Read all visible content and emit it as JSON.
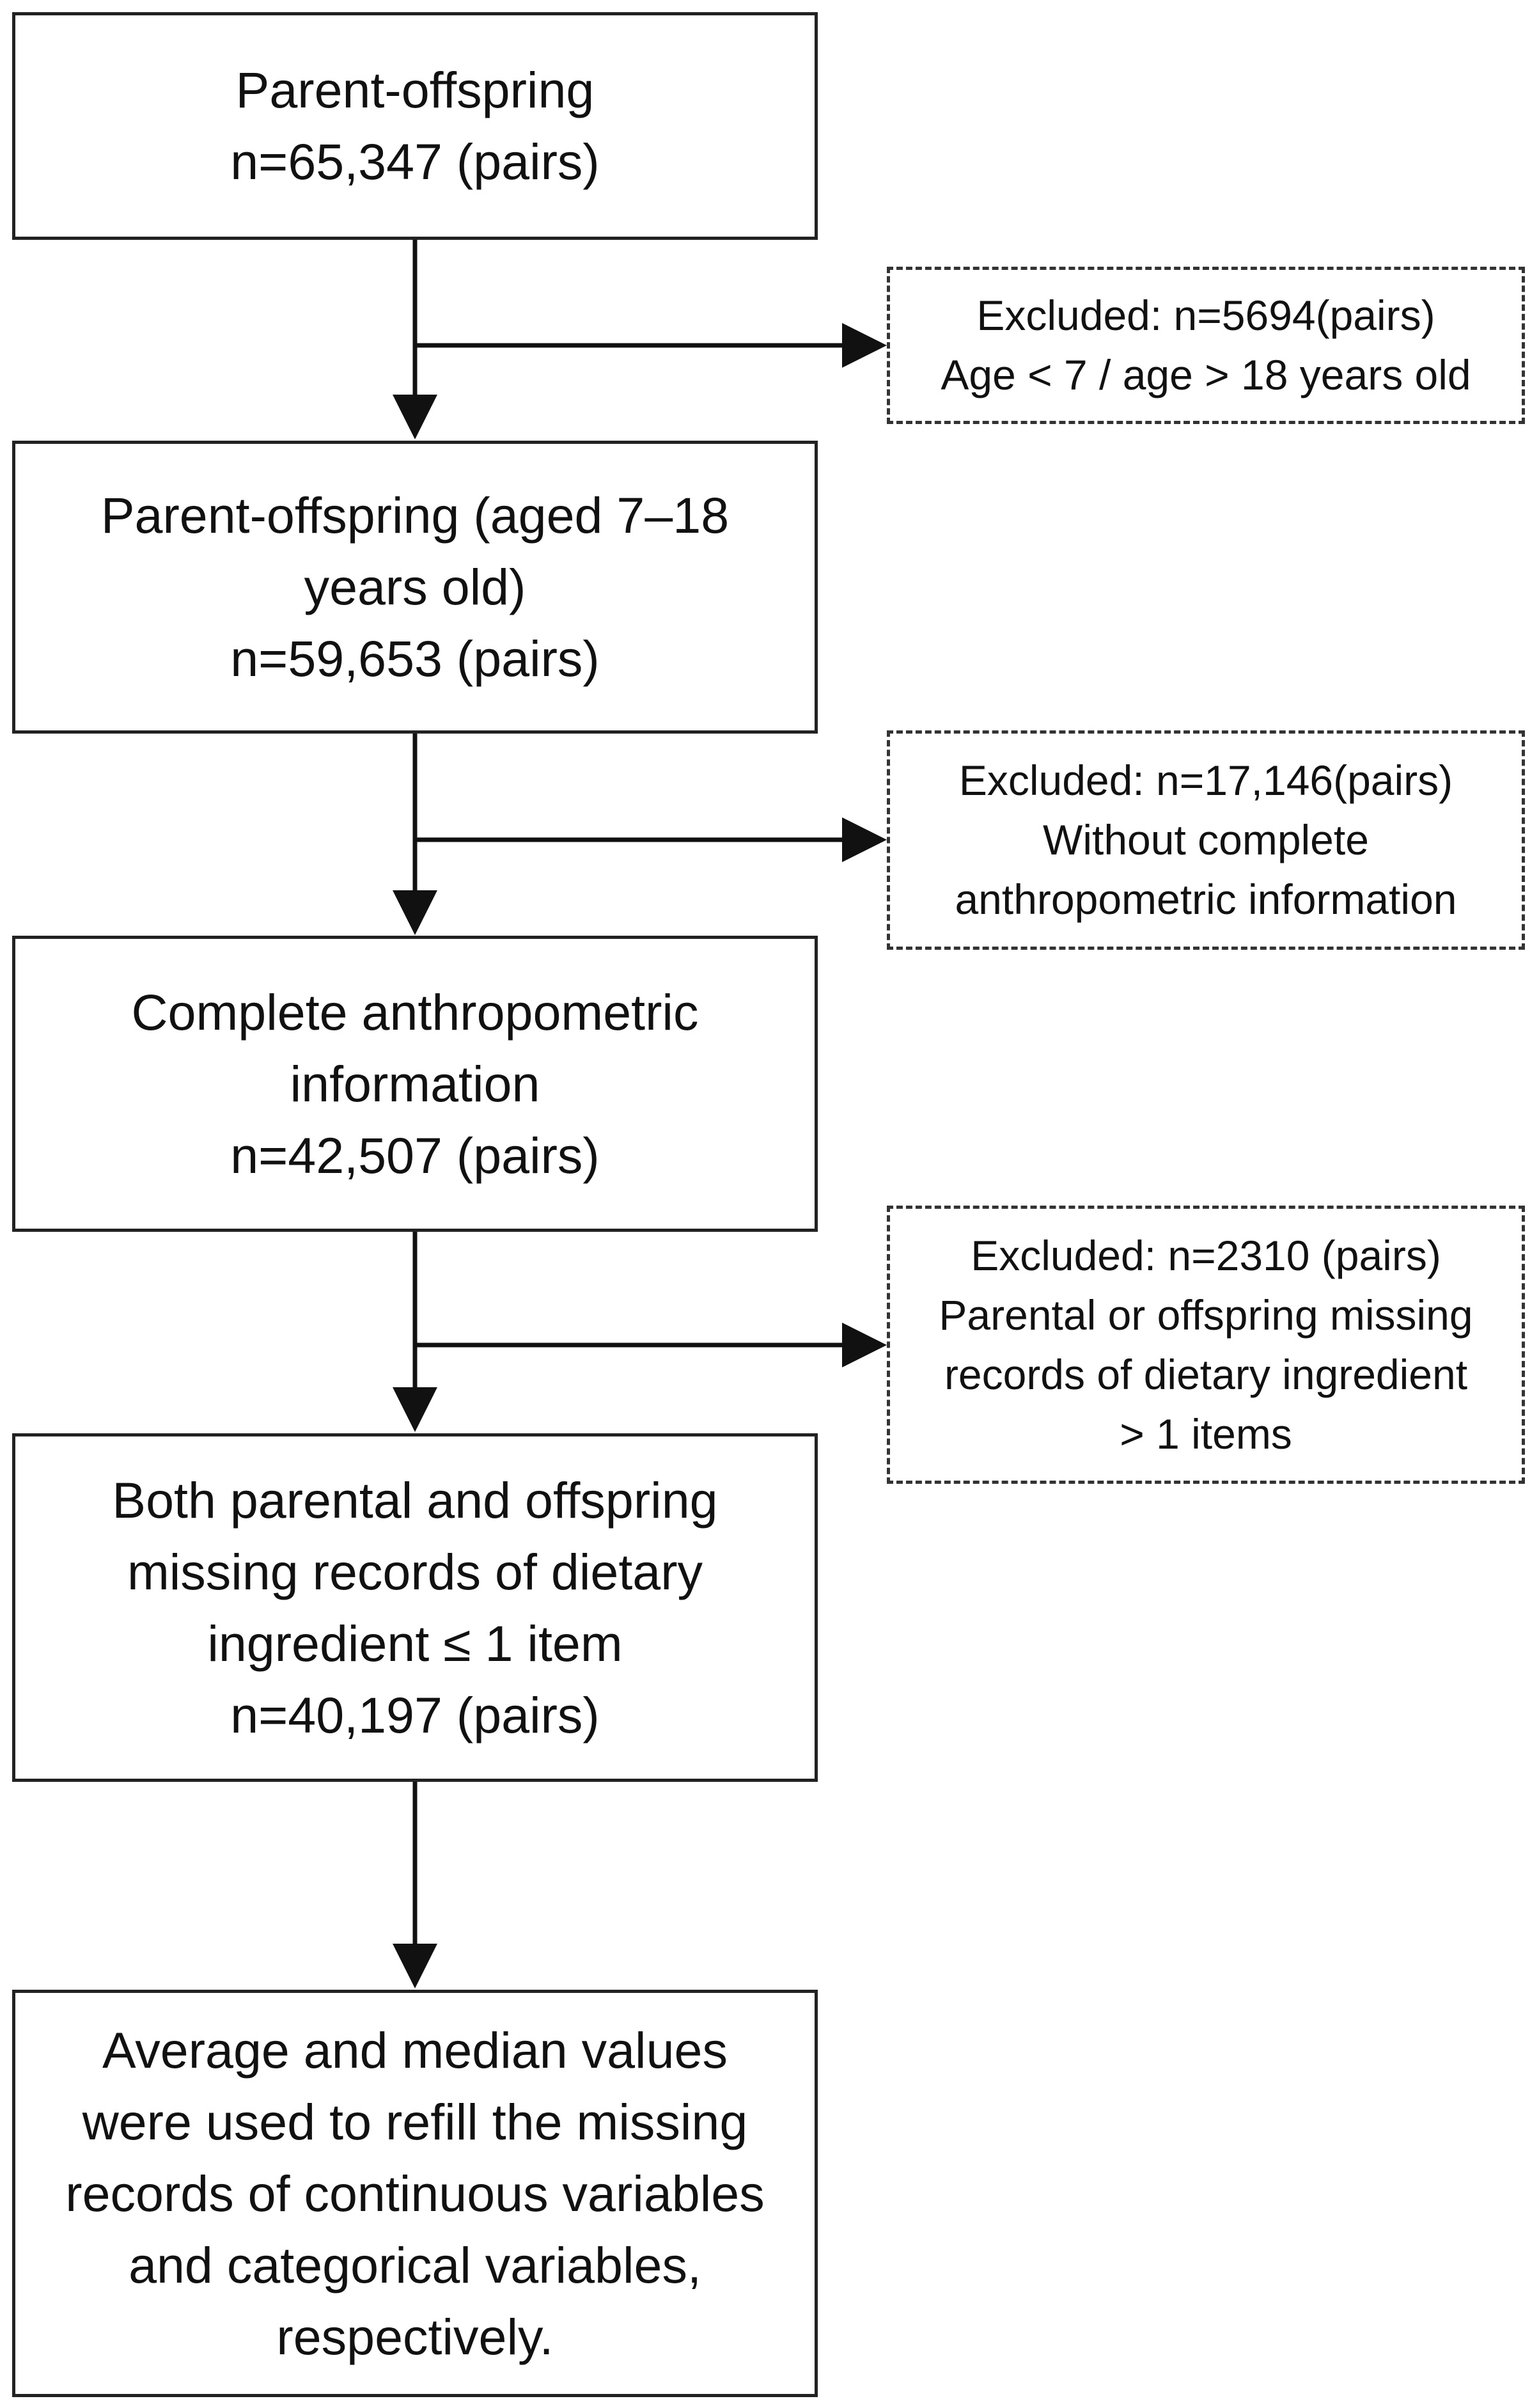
{
  "main_boxes": [
    {
      "lines": [
        "Parent-offspring",
        "n=65,347 (pairs)"
      ]
    },
    {
      "lines": [
        "Parent-offspring (aged 7–18",
        "years old)",
        "n=59,653 (pairs)"
      ]
    },
    {
      "lines": [
        "Complete anthropometric",
        "information",
        "n=42,507 (pairs)"
      ]
    },
    {
      "lines": [
        "Both parental and offspring",
        "missing records of dietary",
        "ingredient ≤ 1 item",
        "n=40,197 (pairs)"
      ]
    },
    {
      "lines": [
        "Average and median values",
        "were used to refill the missing",
        "records of continuous variables",
        "and categorical variables,",
        "respectively."
      ]
    }
  ],
  "exclusion_boxes": [
    {
      "lines": [
        "Excluded: n=5694(pairs)",
        "Age < 7 / age > 18 years old"
      ]
    },
    {
      "lines": [
        "Excluded: n=17,146(pairs)",
        "Without complete",
        "anthropometric information"
      ]
    },
    {
      "lines": [
        "Excluded: n=2310 (pairs)",
        "Parental or offspring missing",
        "records of dietary ingredient",
        "> 1 items"
      ]
    }
  ],
  "colors": {
    "border": "#222222",
    "dashed_border": "#333333",
    "arrow": "#111111",
    "text": "#111111",
    "background": "#ffffff"
  }
}
